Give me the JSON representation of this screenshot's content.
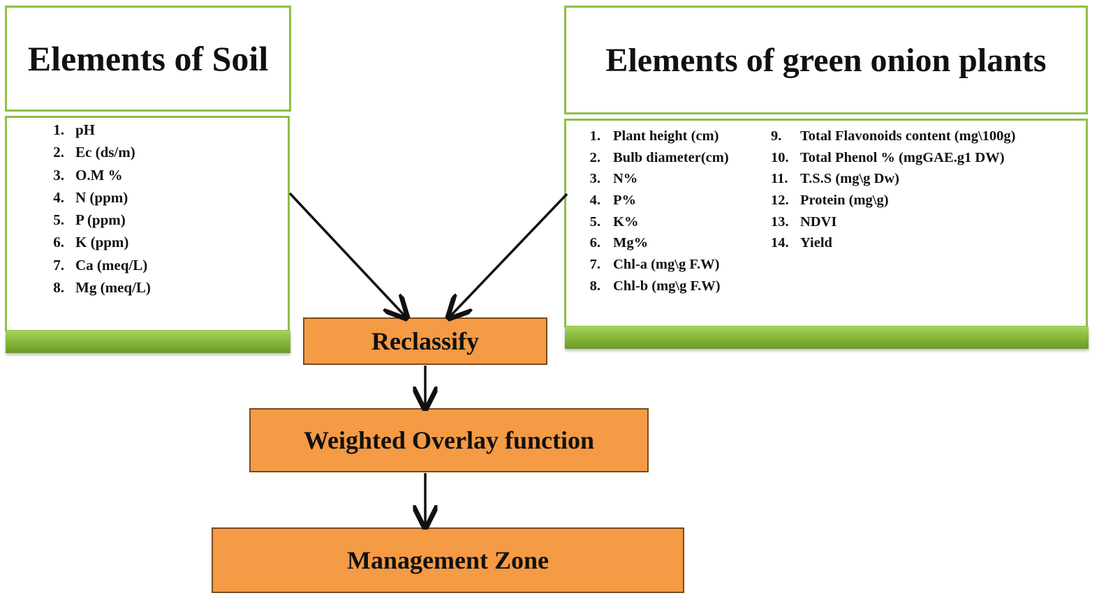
{
  "soil": {
    "title": "Elements of Soil",
    "items": [
      {
        "num": "1.",
        "text": "pH"
      },
      {
        "num": "2.",
        "text": "Ec (ds/m)"
      },
      {
        "num": "3.",
        "text": "O.M %"
      },
      {
        "num": "4.",
        "text": "N (ppm)"
      },
      {
        "num": "5.",
        "text": "P (ppm)"
      },
      {
        "num": "6.",
        "text": "K (ppm)"
      },
      {
        "num": "7.",
        "text": "Ca (meq/L)"
      },
      {
        "num": "8.",
        "text": "Mg (meq/L)"
      }
    ]
  },
  "plants": {
    "title": "Elements of green onion plants",
    "items_col1": [
      {
        "num": "1.",
        "text": "Plant height (cm)"
      },
      {
        "num": "2.",
        "text": "Bulb diameter(cm)"
      },
      {
        "num": "3.",
        "text": "N%"
      },
      {
        "num": "4.",
        "text": "P%"
      },
      {
        "num": "5.",
        "text": "K%"
      },
      {
        "num": "6.",
        "text": "Mg%"
      },
      {
        "num": "7.",
        "text": "Chl-a  (mg\\g F.W)"
      },
      {
        "num": "8.",
        "text": "Chl-b  (mg\\g F.W)"
      }
    ],
    "items_col2": [
      {
        "num": "9.",
        "text": "Total Flavonoids content (mg\\100g)"
      },
      {
        "num": "10.",
        "text": "Total Phenol % (mgGAE.g1 DW)"
      },
      {
        "num": "11.",
        "text": "T.S.S (mg\\g Dw)"
      },
      {
        "num": "12.",
        "text": "Protein (mg\\g)"
      },
      {
        "num": "13.",
        "text": "NDVI"
      },
      {
        "num": "14.",
        "text": "Yield"
      }
    ]
  },
  "steps": {
    "reclassify": "Reclassify",
    "weighted_overlay": "Weighted Overlay function",
    "management_zone": "Management Zone"
  },
  "colors": {
    "box_border_green": "#8dbf45",
    "bar_green": "#7fb235",
    "process_fill": "#f59a45",
    "process_border": "#7a4a1c"
  }
}
